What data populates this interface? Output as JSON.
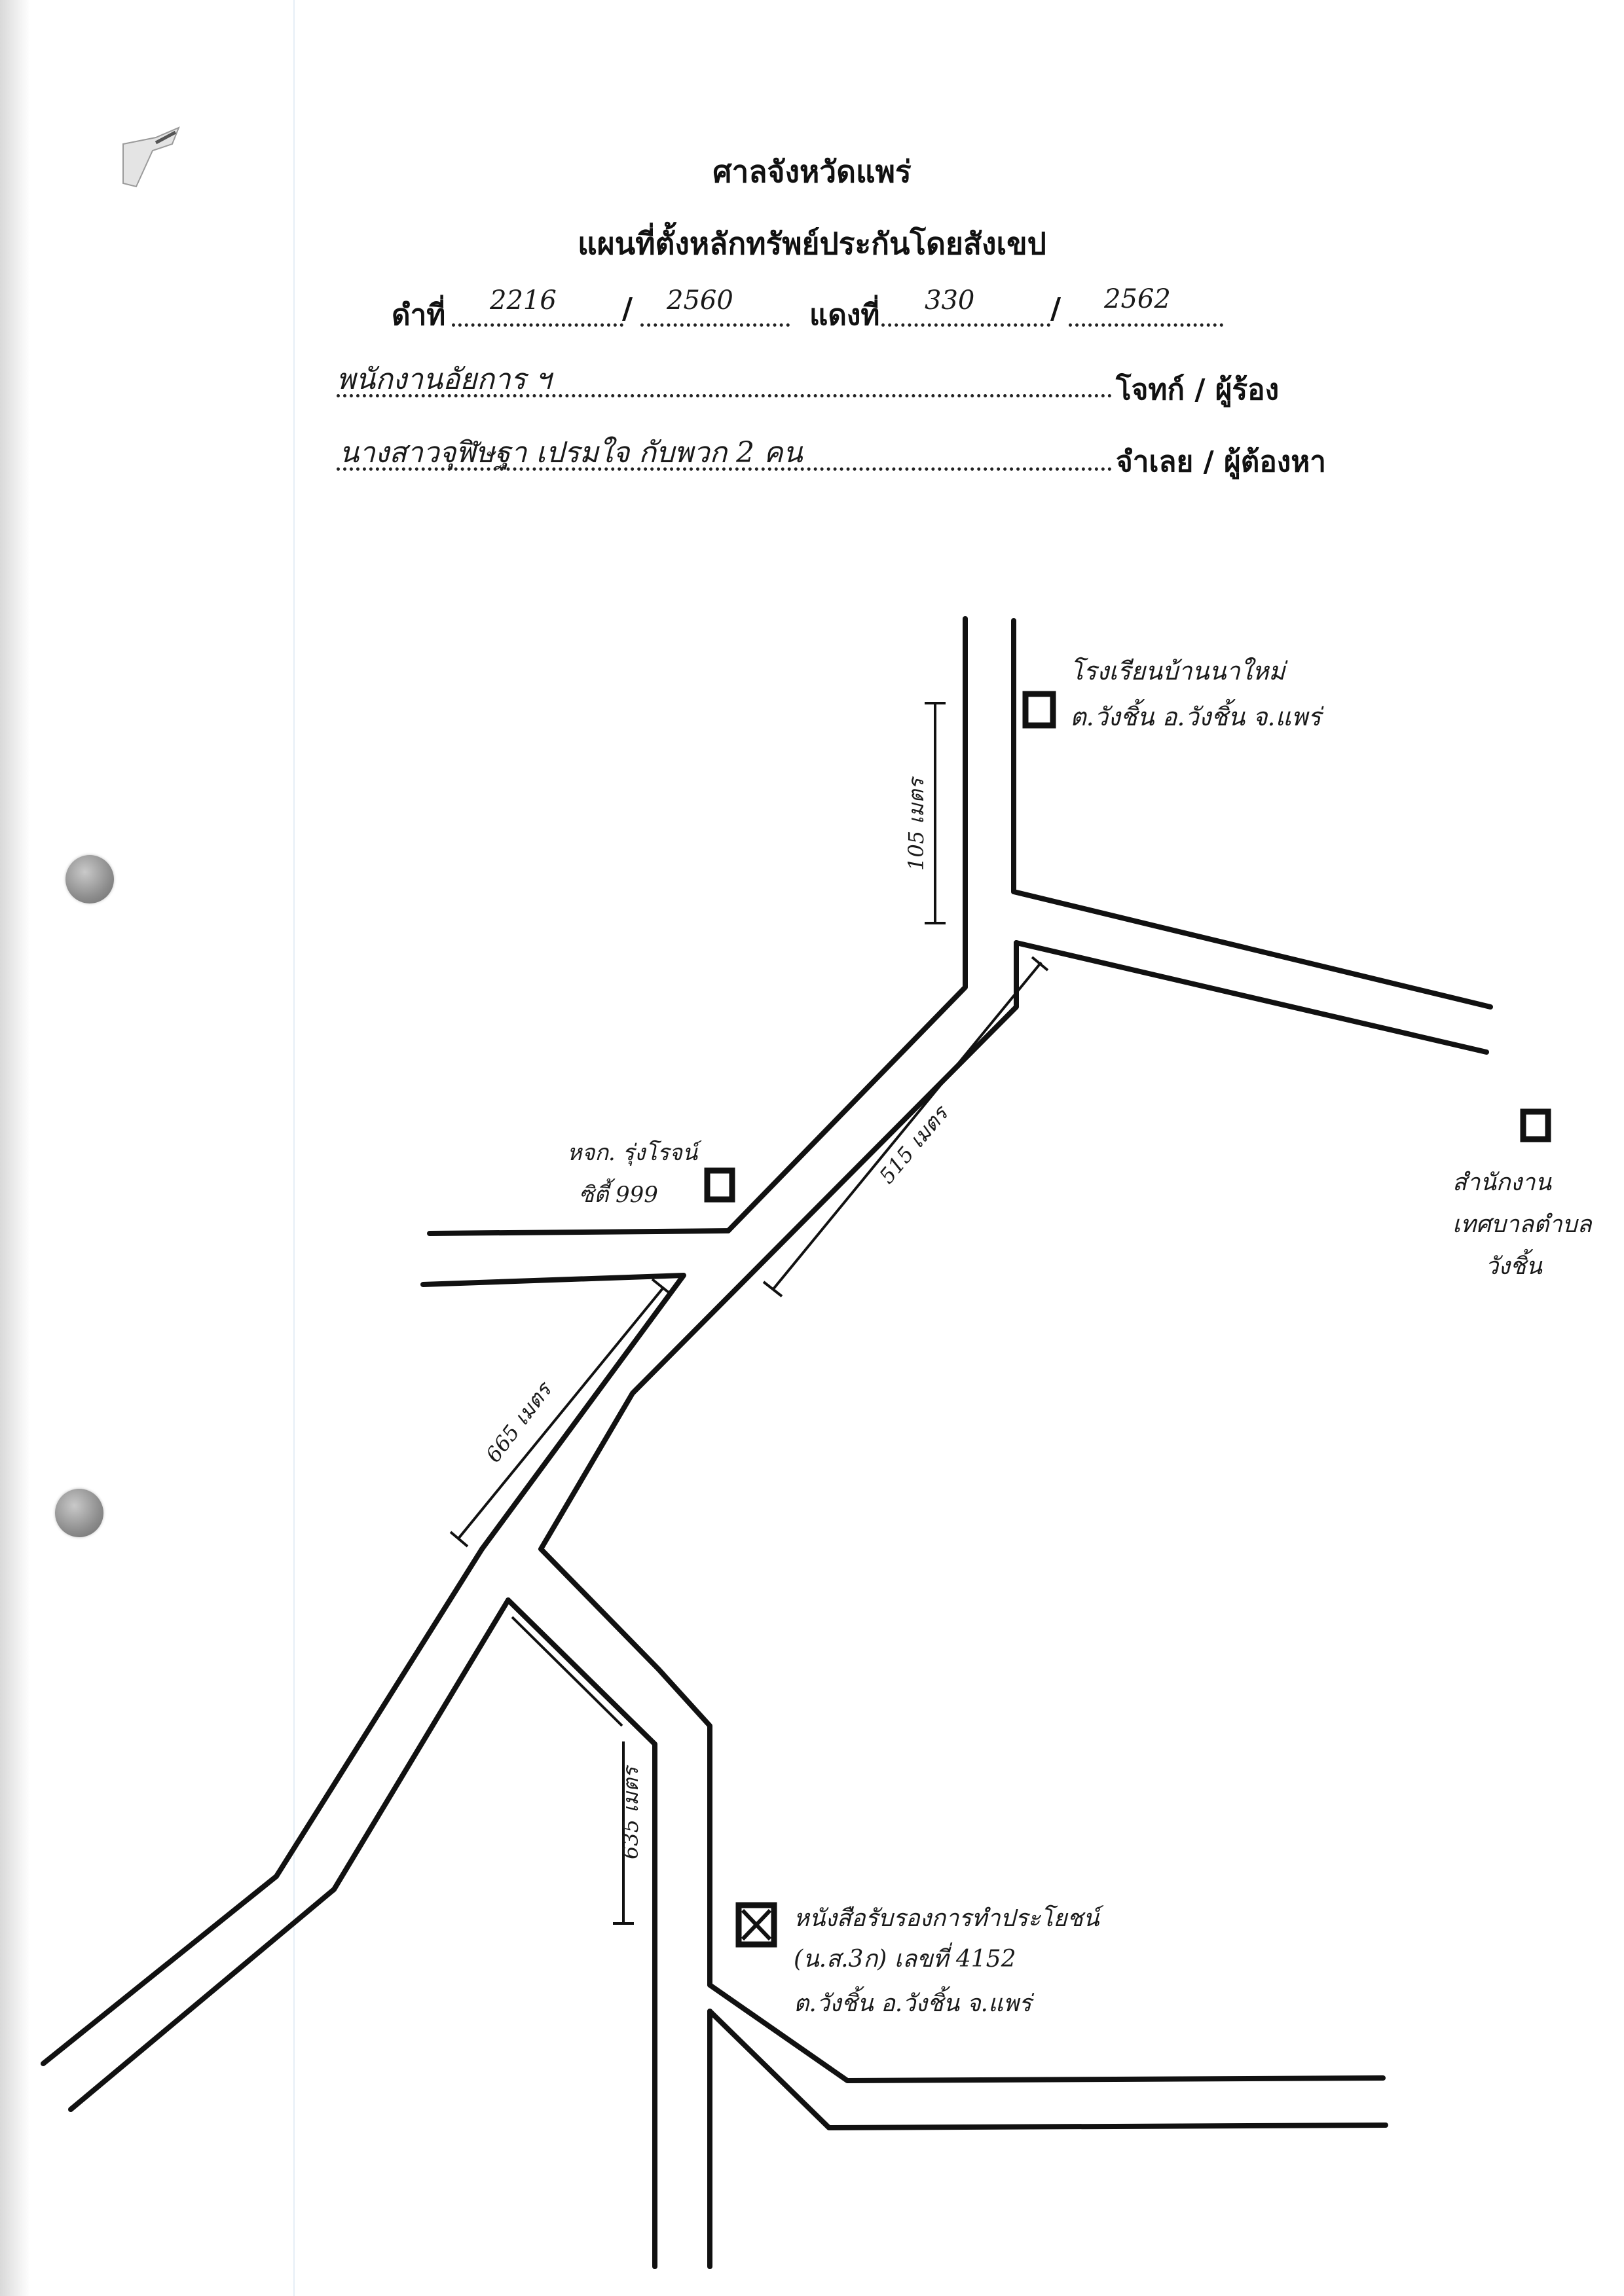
{
  "header": {
    "court": "ศาลจังหวัดแพร่",
    "title": "แผนที่ตั้งหลักทรัพย์ประกันโดยสังเขป"
  },
  "case": {
    "black_label": "ดำที่",
    "black_no": "2216",
    "black_year": "2560",
    "red_label": "แดงที่",
    "red_no": "330",
    "red_year": "2562",
    "slash": "/"
  },
  "parties": {
    "plaintiff_name": "พนักงานอัยการ ฯ",
    "plaintiff_role": "โจทก์ / ผู้ร้อง",
    "defendant_name": "นางสาวจุฬิษฐา  เปรมใจ  กับพวก  2  คน",
    "defendant_role": "จำเลย / ผู้ต้องหา"
  },
  "map": {
    "school_line1": "โรงเรียนบ้านนาใหม่",
    "school_line2": "ต.วังชิ้น  อ.วังชิ้น  จ.แพร่",
    "shop_line1": "หจก. รุ่งโรจน์",
    "shop_line2": "ซิตี้ 999",
    "office_line1": "สำนักงาน",
    "office_line2": "เทศบาลตำบล",
    "office_line3": "วังชิ้น",
    "property_line1": "หนังสือรับรองการทำประโยชน์",
    "property_line2": "(น.ส.3ก)  เลขที่  4152",
    "property_line3": "ต.วังชิ้น  อ.วังชิ้น  จ.แพร่",
    "dist_105": "105 เมตร",
    "dist_515": "515 เมตร",
    "dist_665": "665 เมตร",
    "dist_635": "635 เมตร"
  },
  "colors": {
    "ink": "#111111",
    "pen": "#1a1a1a",
    "page": "#ffffff"
  }
}
